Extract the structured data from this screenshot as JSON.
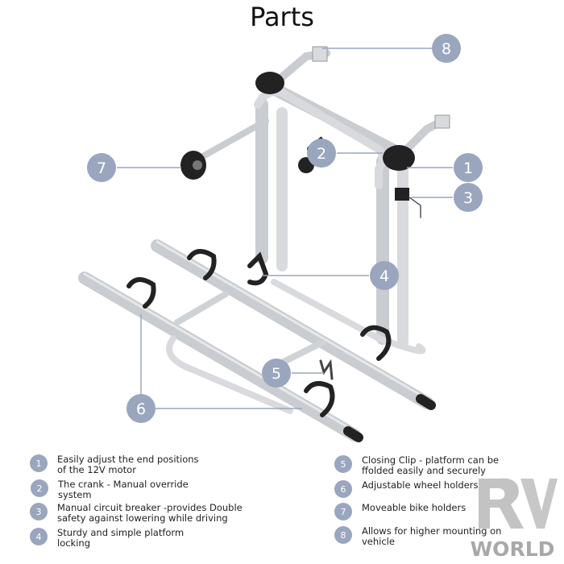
{
  "title": "Parts",
  "callouts": [
    "1",
    "2",
    "3",
    "4",
    "5",
    "6",
    "7",
    "8"
  ],
  "legend": [
    {
      "num": "1",
      "text": "Easily adjust the end positions\nof the 12V motor"
    },
    {
      "num": "2",
      "text": "The crank - Manual override\nsystem"
    },
    {
      "num": "3",
      "text": "Manual circuit breaker -provides Double\nsafety against lowering while driving"
    },
    {
      "num": "4",
      "text": "Sturdy and simple platform\nlocking"
    },
    {
      "num": "5",
      "text": "Closing Clip - platform can be\nffolded easily and securely"
    },
    {
      "num": "6",
      "text": "Adjustable wheel holders"
    },
    {
      "num": "7",
      "text": "Moveable bike holders"
    },
    {
      "num": "8",
      "text": "Allows for higher mounting on\nvehicle"
    }
  ],
  "watermark": "RV WORLD",
  "colors": {
    "badge": "#9aa6bd",
    "leader": "#9aa6bd",
    "rail": "#c9ccd0",
    "dark": "#222222"
  }
}
